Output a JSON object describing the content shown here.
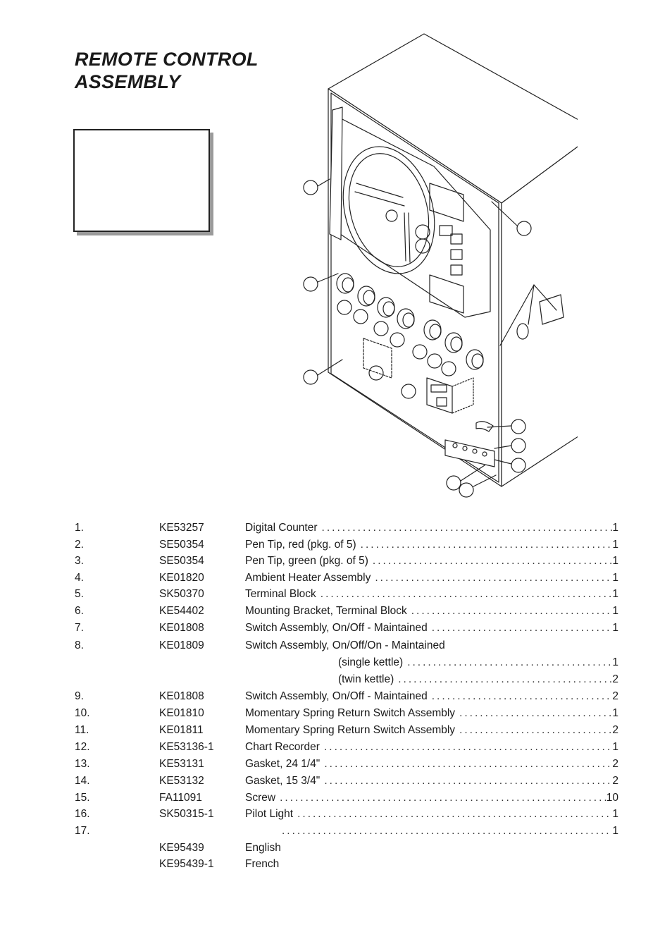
{
  "title": {
    "line1": "REMOTE CONTROL",
    "line2": "ASSEMBLY"
  },
  "parts": [
    {
      "num": "1.",
      "pn": "KE53257",
      "desc": "Digital Counter",
      "qty": "1"
    },
    {
      "num": "2.",
      "pn": "SE50354",
      "desc": "Pen Tip, red  (pkg. of 5)",
      "qty": "1"
    },
    {
      "num": "3.",
      "pn": "SE50354",
      "desc": "Pen Tip, green  (pkg. of 5)",
      "qty": "1"
    },
    {
      "num": "4.",
      "pn": "KE01820",
      "desc": "Ambient Heater Assembly",
      "qty": "1"
    },
    {
      "num": "5.",
      "pn": "SK50370",
      "desc": "Terminal Block",
      "qty": "1"
    },
    {
      "num": "6.",
      "pn": "KE54402",
      "desc": "Mounting Bracket, Terminal Block",
      "qty": "1"
    },
    {
      "num": "7.",
      "pn": "KE01808",
      "desc": "Switch Assembly, On/Off - Maintained",
      "qty": "1"
    },
    {
      "num": "8.",
      "pn": "KE01809",
      "desc": "Switch Assembly, On/Off/On - Maintained",
      "qty": ""
    },
    {
      "num": "",
      "pn": "",
      "desc": "(single kettle)",
      "qty": "1",
      "indent": true
    },
    {
      "num": "",
      "pn": "",
      "desc": "(twin kettle)",
      "qty": "2",
      "indent": true
    },
    {
      "num": "9.",
      "pn": "KE01808",
      "desc": "Switch Assembly, On/Off - Maintained",
      "qty": "2"
    },
    {
      "num": "10.",
      "pn": "KE01810",
      "desc": "Momentary Spring Return Switch Assembly",
      "qty": "1"
    },
    {
      "num": "11.",
      "pn": "KE01811",
      "desc": "Momentary Spring Return Switch Assembly",
      "qty": "2"
    },
    {
      "num": "12.",
      "pn": "KE53136-1",
      "desc": "Chart Recorder",
      "qty": "1"
    },
    {
      "num": "13.",
      "pn": "KE53131",
      "desc": "Gasket, 24 1/4\"",
      "qty": "2"
    },
    {
      "num": "14.",
      "pn": "KE53132",
      "desc": "Gasket, 15 3/4\"",
      "qty": "2"
    },
    {
      "num": "15.",
      "pn": "FA11091",
      "desc": "Screw",
      "qty": "10"
    },
    {
      "num": "16.",
      "pn": "SK50315-1",
      "desc": "Pilot Light",
      "qty": "1"
    },
    {
      "num": "17.",
      "pn": "",
      "desc": "",
      "qty": "1",
      "dotsonly": true
    },
    {
      "num": "",
      "pn": "KE95439",
      "desc": "English",
      "qty": "",
      "plain": true
    },
    {
      "num": "",
      "pn": "KE95439-1",
      "desc": "French",
      "qty": "",
      "plain": true
    }
  ]
}
